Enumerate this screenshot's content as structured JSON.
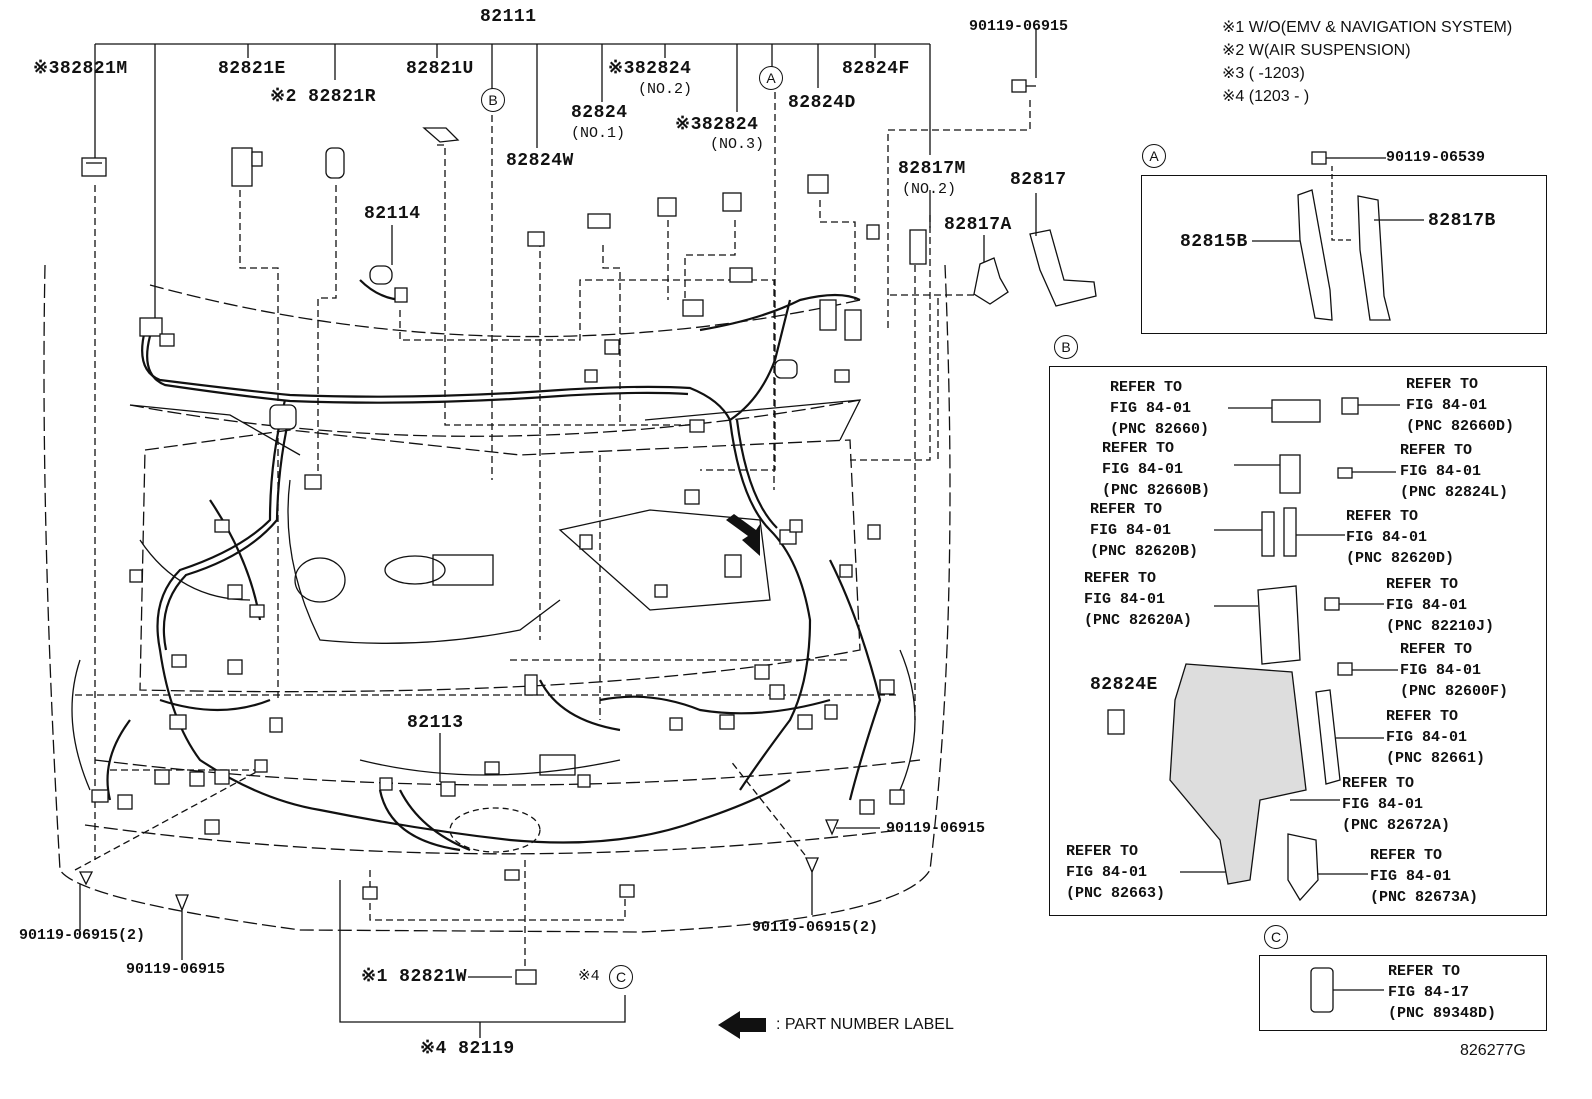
{
  "notes": {
    "n1": "※1 W/O(EMV & NAVIGATION SYSTEM)",
    "n2": "※2 W(AIR SUSPENSION)",
    "n3": "※3 (      -1203)",
    "n4": "※4 (1203 -      )"
  },
  "parts": {
    "p82111": "82111",
    "p82821M": "※382821M",
    "p82821E": "82821E",
    "p82821R": "※2 82821R",
    "p82821U": "82821U",
    "p82824_no2": "※382824",
    "p82824_no2_sub": "(NO.2)",
    "p82824_no1": "82824",
    "p82824_no1_sub": "(NO.1)",
    "p82824_no3": "※382824",
    "p82824_no3_sub": "(NO.3)",
    "p82824D": "82824D",
    "p82824F": "82824F",
    "p82824W": "82824W",
    "p82114": "82114",
    "p82817M": "82817M",
    "p82817M_sub": "(NO.2)",
    "p82817": "82817",
    "p82817A": "82817A",
    "p82113": "82113",
    "p82821W": "※1 82821W",
    "p82119": "※4 82119",
    "c4": "※4",
    "bolt_top": "90119-06915",
    "bolt_right": "90119-06915",
    "bolt_right2": "90119-06915(2)",
    "bolt_left2": "90119-06915(2)",
    "bolt_left": "90119-06915",
    "p82824E": "82824E"
  },
  "callouts": {
    "a": "A",
    "b": "B",
    "c": "C"
  },
  "panel_a": {
    "circle": "A",
    "bolt": "90119-06539",
    "left": "82815B",
    "right": "82817B"
  },
  "panel_b": {
    "circle": "B",
    "refs": [
      "REFER TO\nFIG 84-01\n(PNC 82660)",
      "REFER TO\nFIG 84-01\n(PNC 82660D)",
      "REFER TO\nFIG 84-01\n(PNC 82660B)",
      "REFER TO\nFIG 84-01\n(PNC 82824L)",
      "REFER TO\nFIG 84-01\n(PNC 82620B)",
      "REFER TO\nFIG 84-01\n(PNC 82620D)",
      "REFER TO\nFIG 84-01\n(PNC 82620A)",
      "REFER TO\nFIG 84-01\n(PNC 82210J)",
      "REFER TO\nFIG 84-01\n(PNC 82600F)",
      "REFER TO\nFIG 84-01\n(PNC 82661)",
      "REFER TO\nFIG 84-01\n(PNC 82672A)",
      "REFER TO\nFIG 84-01\n(PNC 82663)",
      "REFER TO\nFIG 84-01\n(PNC 82673A)"
    ]
  },
  "panel_c": {
    "circle": "C",
    "ref": "REFER TO\nFIG 84-17\n(PNC 89348D)"
  },
  "legend": {
    "text": ":  PART NUMBER LABEL"
  },
  "diagram_id": "826277G"
}
